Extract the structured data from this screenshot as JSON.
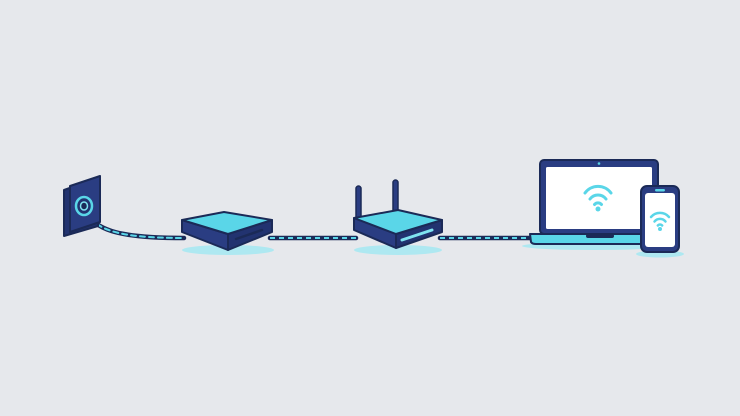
{
  "colors": {
    "background": "#e6e8ec",
    "outline": "#1b2a57",
    "navy": "#2a3d82",
    "navy_dark": "#223370",
    "cyan": "#5ad6e8",
    "cyan_light": "#7fe3f0",
    "shadow": "#aee8f1",
    "screen": "#ffffff"
  },
  "devices": [
    {
      "name": "wall-outlet",
      "icon": "power-socket-icon"
    },
    {
      "name": "modem",
      "icon": "modem-icon"
    },
    {
      "name": "router",
      "icon": "wifi-router-icon"
    },
    {
      "name": "laptop",
      "icon": "laptop-icon"
    },
    {
      "name": "smartphone",
      "icon": "smartphone-icon"
    }
  ],
  "connections": [
    {
      "from": "wall-outlet",
      "to": "modem",
      "type": "cable"
    },
    {
      "from": "modem",
      "to": "router",
      "type": "cable"
    },
    {
      "from": "router",
      "to": "laptop",
      "type": "cable"
    }
  ],
  "wireless_indicators": [
    {
      "device": "laptop",
      "icon": "wifi-icon"
    },
    {
      "device": "smartphone",
      "icon": "wifi-icon"
    }
  ]
}
